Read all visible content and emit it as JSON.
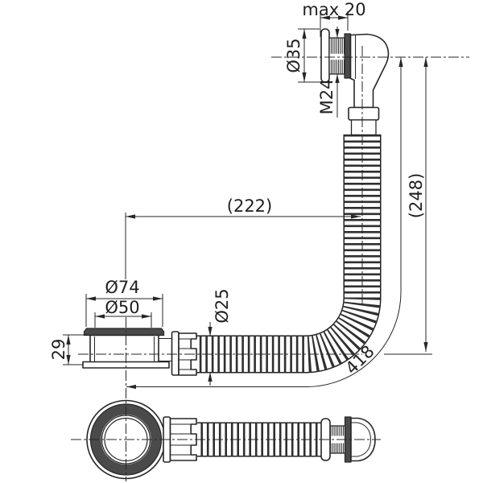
{
  "dimensions": {
    "max_width": "max 20",
    "flange_diameter": "Ø35",
    "thread": "M24",
    "horizontal_length": "(222)",
    "vertical_length": "(248)",
    "drain_flange_diameter": "Ø74",
    "drain_inner_diameter": "Ø50",
    "hose_diameter": "Ø25",
    "drain_height": "29",
    "hose_length": "418"
  },
  "colors": {
    "line": "#262626",
    "dark_fill": "#4a4a4a",
    "background": "#ffffff"
  }
}
